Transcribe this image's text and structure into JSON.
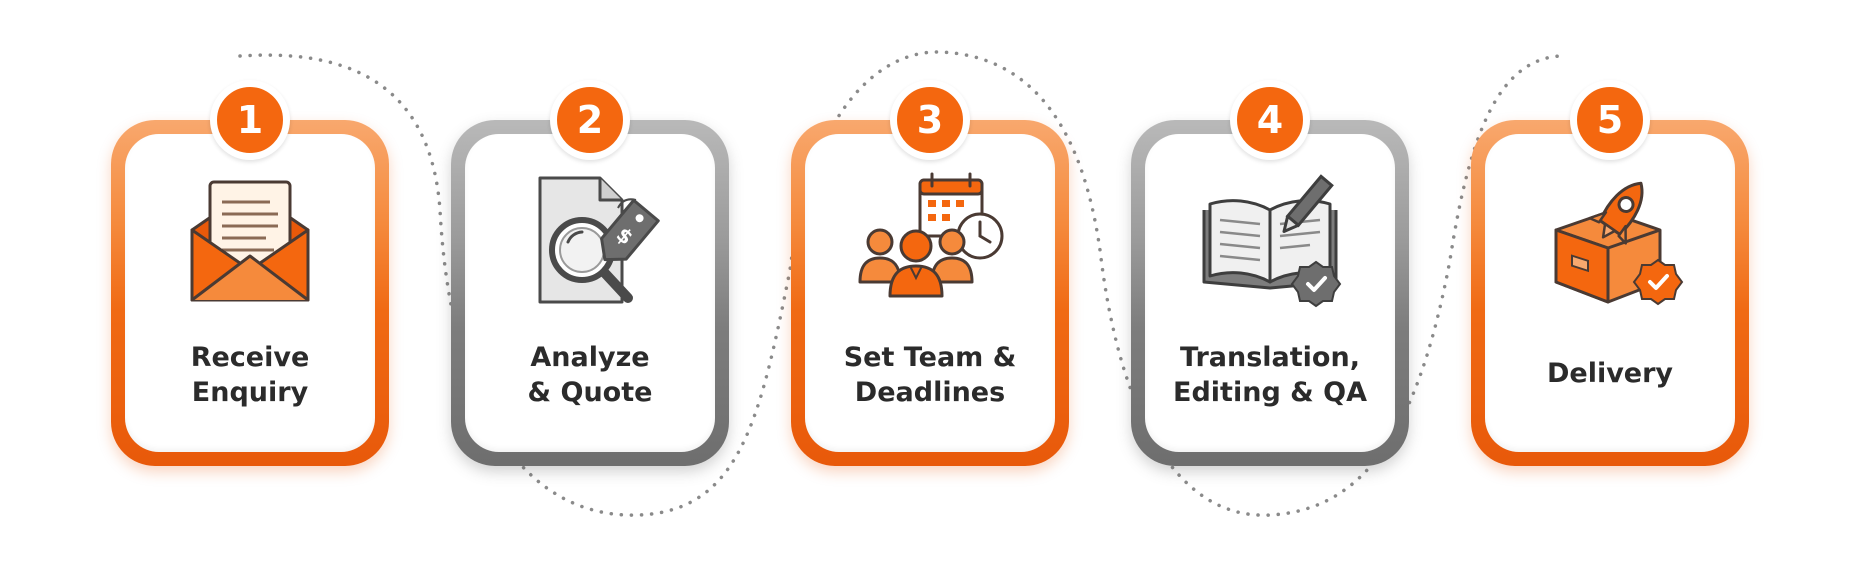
{
  "colors": {
    "accent": "#f4670f",
    "neutral": "#7d7d7d",
    "text": "#2b2b2b"
  },
  "steps": [
    {
      "number": "1",
      "line1": "Receive",
      "line2": "Enquiry",
      "icon": "envelope-letter-icon",
      "frame": "orange"
    },
    {
      "number": "2",
      "line1": "Analyze",
      "line2": "& Quote",
      "icon": "document-search-price-tag-icon",
      "frame": "gray"
    },
    {
      "number": "3",
      "line1": "Set Team &",
      "line2": "Deadlines",
      "icon": "team-calendar-clock-icon",
      "frame": "orange"
    },
    {
      "number": "4",
      "line1": "Translation,",
      "line2": "Editing & QA",
      "icon": "book-pencil-check-icon",
      "frame": "gray"
    },
    {
      "number": "5",
      "line1": "Delivery",
      "line2": "",
      "icon": "rocket-box-check-icon",
      "frame": "orange"
    }
  ]
}
